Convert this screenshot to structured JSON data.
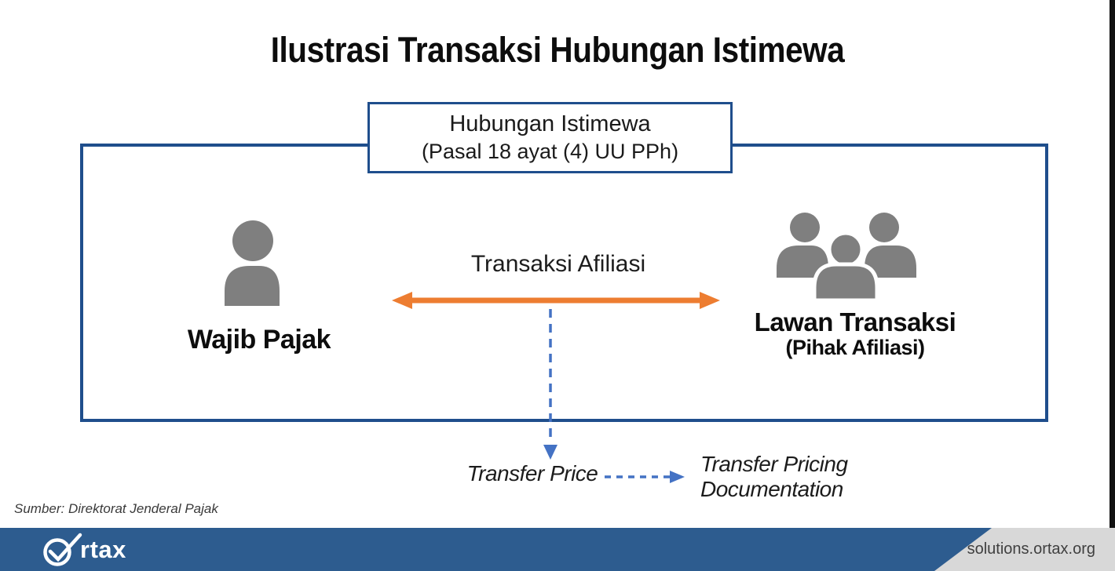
{
  "title": "Ilustrasi Transaksi Hubungan Istimewa",
  "relationship_box": {
    "line1": "Hubungan Istimewa",
    "line2": "(Pasal 18 ayat (4) UU PPh)"
  },
  "entities": {
    "taxpayer": {
      "label": "Wajib Pajak",
      "icon": "person-icon"
    },
    "counterparty": {
      "label": "Lawan Transaksi",
      "sublabel": "(Pihak Afiliasi)",
      "icon": "people-group-icon"
    }
  },
  "transaction": {
    "label": "Transaksi Afiliasi",
    "arrow_type": "double-headed",
    "arrow_color": "#ed7d31"
  },
  "transfer": {
    "price_label": "Transfer Price",
    "doc_label_line1": "Transfer Pricing",
    "doc_label_line2": "Documentation",
    "dash_color": "#4472c4"
  },
  "source_note": "Sumber: Direktorat Jenderal Pajak",
  "footer": {
    "logo_text": "rtax",
    "url": "solutions.ortax.org",
    "bar_color": "#2d5c8f",
    "accent_gray": "#d8d8d8"
  },
  "colors": {
    "border_navy": "#1f4e8c",
    "icon_gray": "#7f7f7f",
    "text_black": "#0d0d0d",
    "edge_strip_black": "#111111"
  }
}
